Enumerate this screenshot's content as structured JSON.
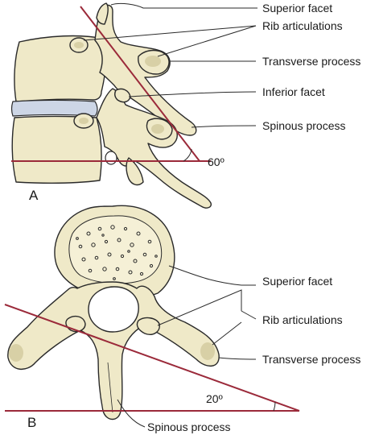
{
  "panel_a": {
    "letter": "A",
    "angle": "60º",
    "labels": {
      "superior_facet": "Superior facet",
      "rib_articulations": "Rib articulations",
      "transverse_process": "Transverse process",
      "inferior_facet": "Inferior facet",
      "spinous_process": "Spinous process"
    }
  },
  "panel_b": {
    "letter": "B",
    "angle": "20º",
    "labels": {
      "superior_facet": "Superior facet",
      "rib_articulations": "Rib articulations",
      "transverse_process": "Transverse process",
      "spinous_process": "Spinous process"
    }
  },
  "colors": {
    "bone": "#efe9c8",
    "disc": "#cdd6e6",
    "reference_line": "#9b2a3a",
    "outline": "#2a2a2a"
  }
}
